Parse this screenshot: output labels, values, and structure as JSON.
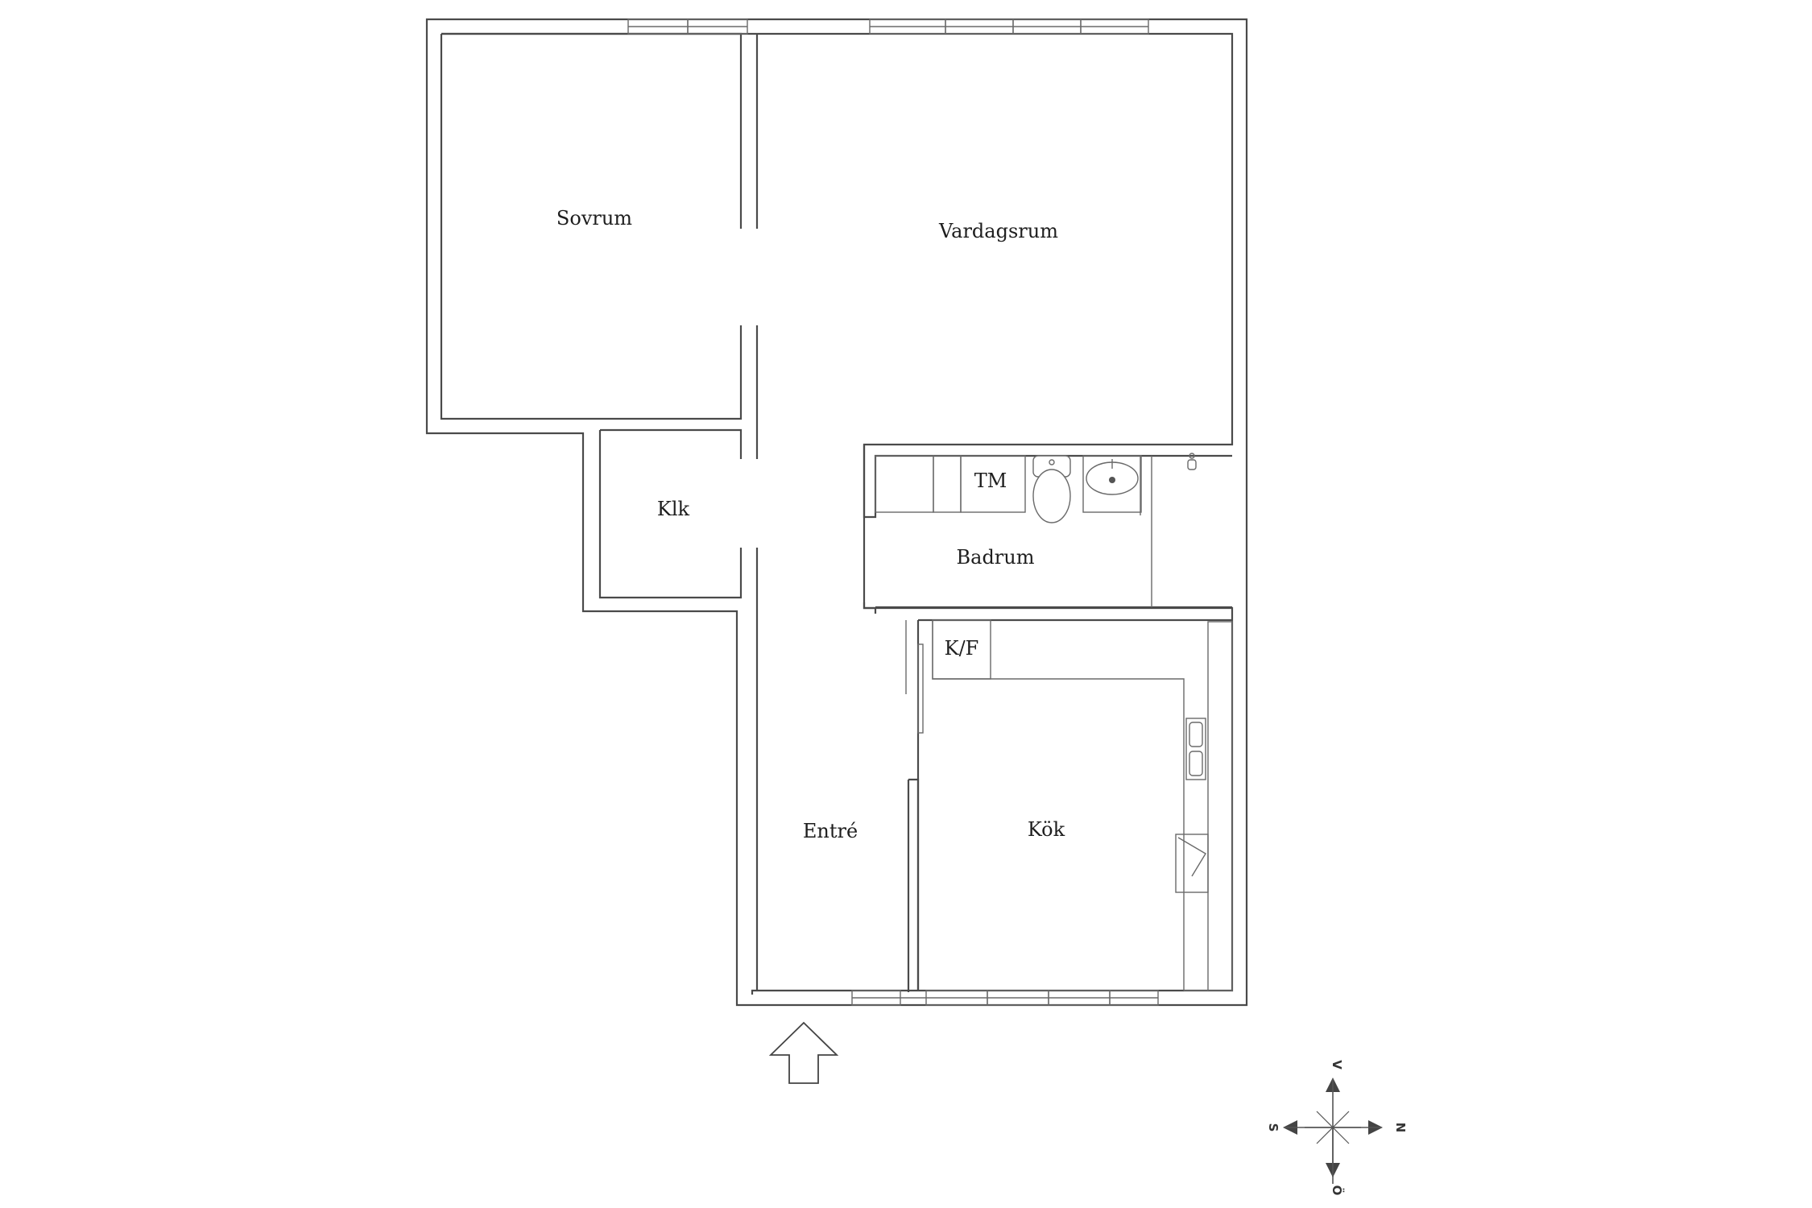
{
  "rooms": {
    "sovrum": "Sovrum",
    "vardagsrum": "Vardagsrum",
    "klk": "Klk",
    "tm": "TM",
    "badrum": "Badrum",
    "kf": "K/F",
    "entre": "Entré",
    "kok": "Kök"
  },
  "compass": {
    "north": "N",
    "south": "S",
    "east": "Ö",
    "west": "V"
  },
  "colors": {
    "wall": "#4a4a4a",
    "text": "#1e1e1e",
    "background": "#ffffff"
  }
}
